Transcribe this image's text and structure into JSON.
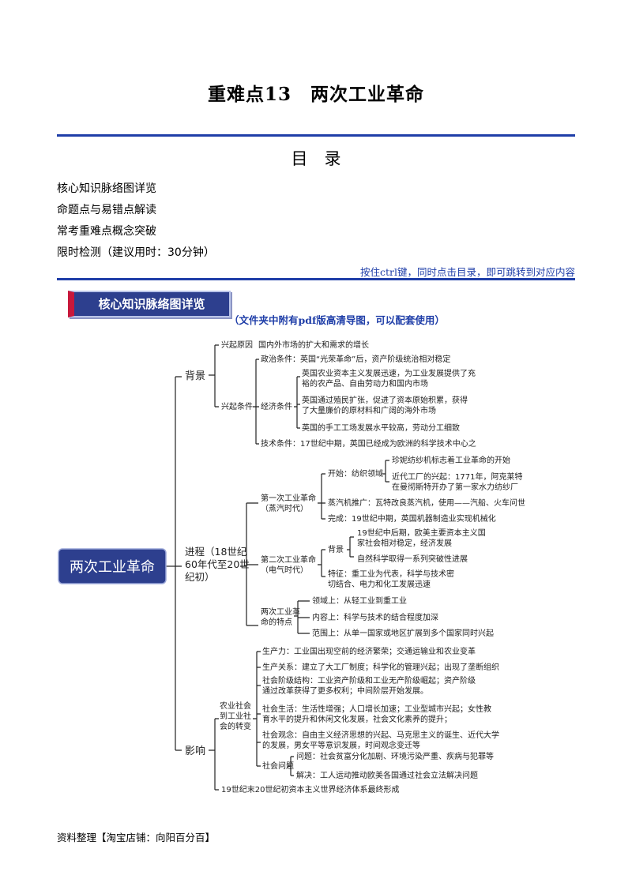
{
  "title": "重难点13　两次工业革命",
  "toc": {
    "heading": "目　录",
    "items": [
      "核心知识脉络图详览",
      "命题点与易错点解读",
      "常考重难点概念突破",
      "限时检测（建议用时：30分钟）"
    ],
    "hint": "按住ctrl键，同时点击目录，即可跳转到对应内容"
  },
  "section": {
    "tag": "核心知识脉络图详览",
    "note": "（文件夹中附有pdf版高清导图，可以配套使用）"
  },
  "mindmap": {
    "root": "两次工业革命",
    "branches": {
      "bg": "背景",
      "bg_cause": "兴起原因",
      "bg_cause_text": "国内外市场的扩大和需求的增长",
      "bg_cond": "兴起条件",
      "bg_political": "政治条件：英国“光荣革命”后，资产阶级统治相对稳定",
      "bg_econ": "经济条件",
      "bg_econ_1a": "英国农业资本主义发展迅速，为工业发展提供了充",
      "bg_econ_1b": "裕的农产品、自由劳动力和国内市场",
      "bg_econ_2a": "英国通过殖民扩张，促进了资本原始积累，获得",
      "bg_econ_2b": "了大量廉价的原材料和广阔的海外市场",
      "bg_econ_3": "英国的手工工场发展水平较高，劳动分工细致",
      "bg_tech": "技术条件：17世纪中期，英国已经成为欧洲的科学技术中心之",
      "pr_a": "进程（18世纪",
      "pr_b": "60年代至20世",
      "pr_c": "纪初）",
      "r1_a": "第一次工业革命",
      "r1_b": "（蒸汽时代）",
      "r1_start": "开始：纺织领域",
      "r1_start_1": "珍妮纺纱机标志着工业革命的开始",
      "r1_start_2a": "近代工厂的兴起：1771年，阿克莱特",
      "r1_start_2b": "在曼彻斯特开办了第一家水力纺纱厂",
      "r1_spread": "蒸汽机推广：瓦特改良蒸汽机，使用——汽船、火车问世",
      "r1_done": "完成：19世纪中期，英国机器制造业实现机械化",
      "r2_a": "第二次工业革命",
      "r2_b": "（电气时代）",
      "r2_bg": "背景",
      "r2_bg_1a": "19世纪中后期，欧美主要资本主义国",
      "r2_bg_1b": "家社会相对稳定，经济发展",
      "r2_bg_2": "自然科学取得一系列突破性进展",
      "r2_feat_a": "特征：重工业为代表，科学与技术密",
      "r2_feat_b": "切结合、电力和化工发展迅速",
      "cmp_a": "两次工业革",
      "cmp_b": "命的特点",
      "cmp_1": "领域上：从轻工业到重工业",
      "cmp_2": "内容上：科学与技术的结合程度加深",
      "cmp_3": "范围上：从单一国家或地区扩展到多个国家同时兴起",
      "im": "影响",
      "im_trans_a": "农业社会",
      "im_trans_b": "到工业社",
      "im_trans_c": "会的转变",
      "im_1": "生产力：工业国出现空前的经济繁荣；交通运输业和农业变革",
      "im_2": "生产关系：建立了大工厂制度；科学化的管理兴起；出现了垄断组织",
      "im_3a": "社会阶级结构：工业资产阶级和工业无产阶级崛起；资产阶级",
      "im_3b": "通过改革获得了更多权利；中间阶层开始发展。",
      "im_4a": "社会生活：生活性增强；人口增长加速；工业型城市兴起；女性教",
      "im_4b": "育水平的提升和休闲文化发展，社会文化素养的提升；",
      "im_5a": "社会观念：自由主义经济思想的兴起、马克思主义的诞生、近代大学",
      "im_5b": "的发展，男女平等意识发展，时间观念变迁等",
      "im_prob": "社会问题",
      "im_prob_1": "问题：社会贫富分化加剧、环境污染严重、疾病与犯罪等",
      "im_prob_2": "解决：工人运动推动欧美各国通过社会立法解决问题",
      "im_world": "19世纪末20世纪初资本主义世界经济体系最终形成"
    }
  },
  "footer": "资料整理【淘宝店铺：向阳百分百】",
  "colors": {
    "rule": "#1f3ea8",
    "root_box": "#2d3f8e",
    "tag_accent": "#c8183b"
  }
}
